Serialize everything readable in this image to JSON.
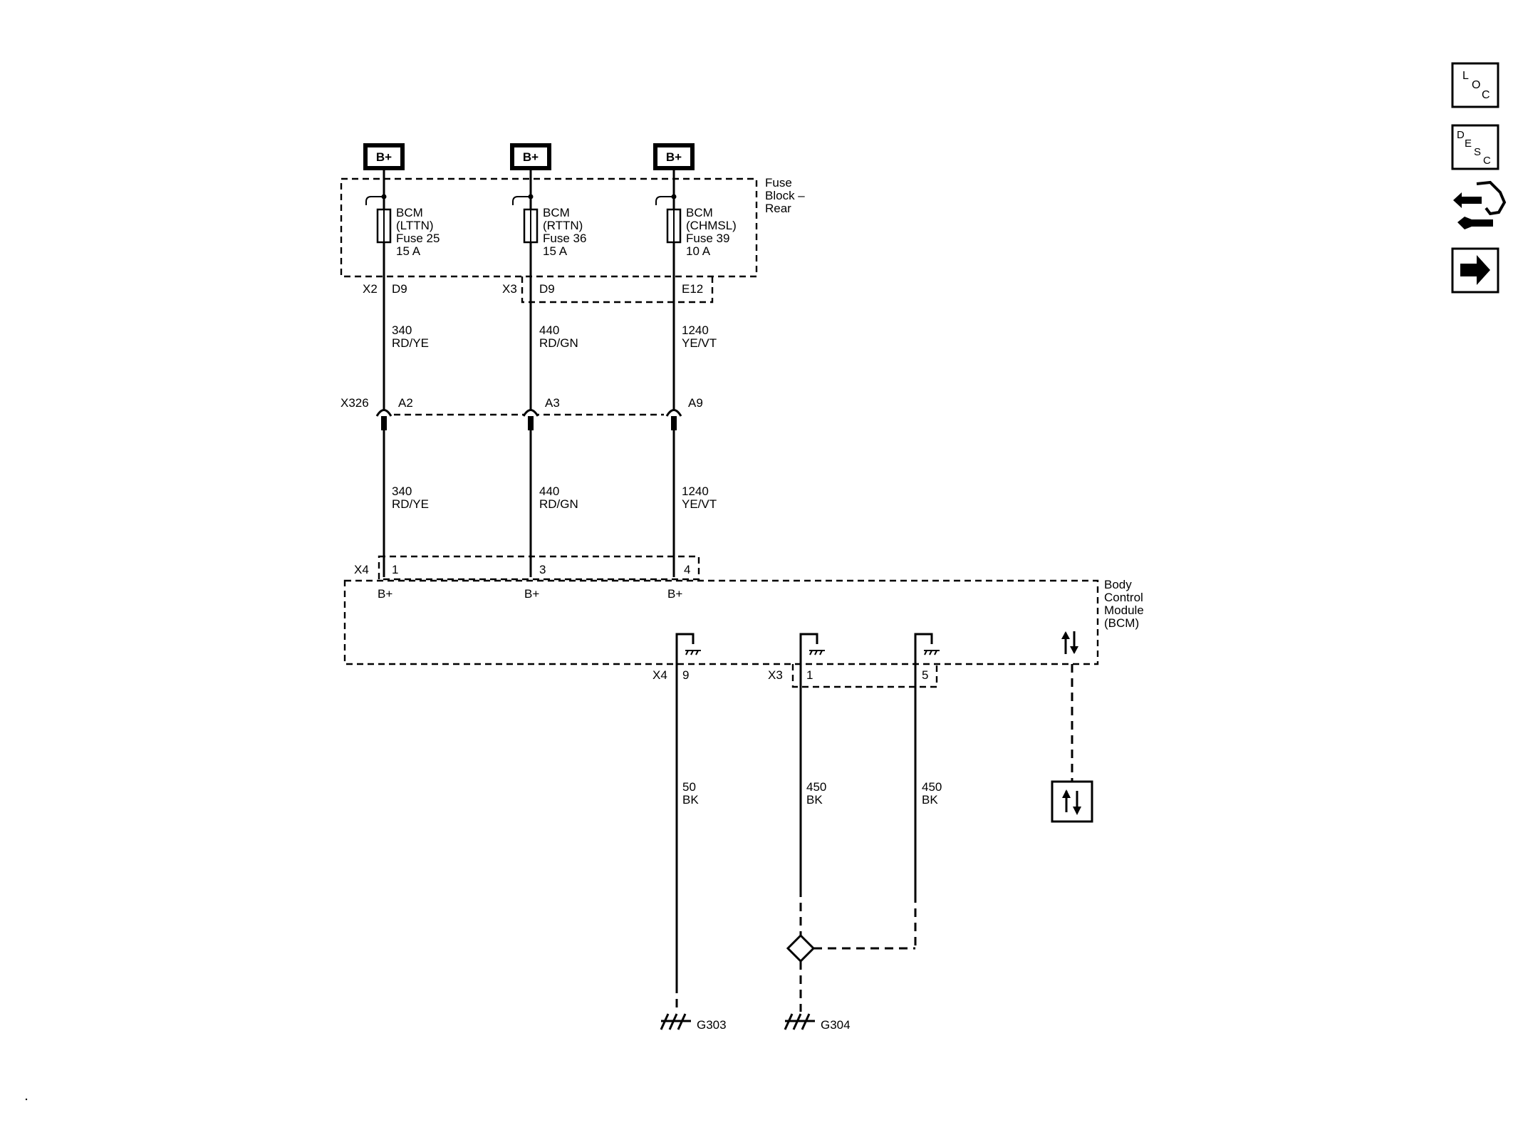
{
  "power_sources": [
    "B+",
    "B+",
    "B+"
  ],
  "fuse_block": {
    "label": [
      "Fuse",
      "Block –",
      "Rear"
    ],
    "fuses": [
      {
        "lines": [
          "BCM",
          "(LTTN)",
          "Fuse 25",
          "15 A"
        ]
      },
      {
        "lines": [
          "BCM",
          "(RTTN)",
          "Fuse 36",
          "15 A"
        ]
      },
      {
        "lines": [
          "BCM",
          "(CHMSL)",
          "Fuse 39",
          "10 A"
        ]
      }
    ],
    "connectors": [
      {
        "name": "X2",
        "pin": "D9"
      },
      {
        "name": "X3",
        "pin": "D9"
      },
      {
        "name": "",
        "pin": "E12"
      }
    ]
  },
  "wires_upper": [
    {
      "circuit": "340",
      "color": "RD/YE"
    },
    {
      "circuit": "440",
      "color": "RD/GN"
    },
    {
      "circuit": "1240",
      "color": "YE/VT"
    }
  ],
  "inline_connector": {
    "name": "X326",
    "pins": [
      "A2",
      "A3",
      "A9"
    ]
  },
  "wires_lower": [
    {
      "circuit": "340",
      "color": "RD/YE"
    },
    {
      "circuit": "440",
      "color": "RD/GN"
    },
    {
      "circuit": "1240",
      "color": "YE/VT"
    }
  ],
  "bcm": {
    "label": [
      "Body",
      "Control",
      "Module",
      "(BCM)"
    ],
    "input_connector": {
      "name": "X4",
      "pins": [
        "1",
        "3",
        "4"
      ]
    },
    "input_labels": [
      "B+",
      "B+",
      "B+"
    ],
    "ground_connectors": [
      {
        "name": "X4",
        "pin": "9"
      },
      {
        "name": "X3",
        "pin": "1"
      },
      {
        "name": "",
        "pin": "5"
      }
    ]
  },
  "ground_wires": [
    {
      "circuit": "50",
      "color": "BK"
    },
    {
      "circuit": "450",
      "color": "BK"
    },
    {
      "circuit": "450",
      "color": "BK"
    }
  ],
  "grounds": [
    "G303",
    "G304"
  ],
  "sidebar": {
    "loc": [
      "L",
      "O",
      "C"
    ],
    "desc": [
      "D",
      "E",
      "S",
      "C"
    ]
  }
}
